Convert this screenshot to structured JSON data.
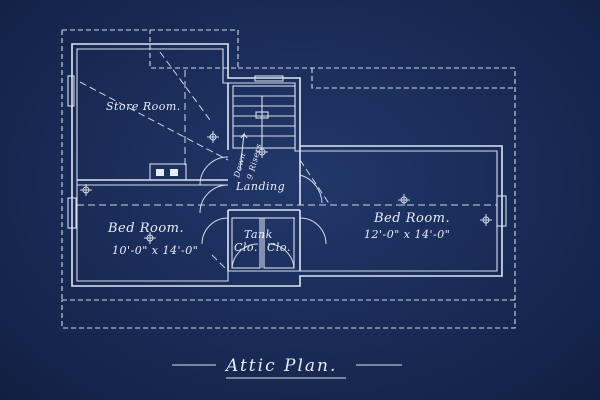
{
  "title": "Attic Plan.",
  "rooms": {
    "store_room": "Store Room.",
    "landing": "Landing",
    "bed_room_left": "Bed Room.",
    "bed_room_left_size": "10'-0\" x 14'-0\"",
    "bed_room_right": "Bed Room.",
    "bed_room_right_size": "12'-0\" x 14'-0\"",
    "tank": "Tank",
    "closet_left": "Clo.",
    "closet_right": "Clo."
  },
  "stair": {
    "down_label": "Down",
    "risers_label": "9 Risers"
  },
  "colors": {
    "paper": "#1a2d5a",
    "ink": "#e6ecf6"
  }
}
